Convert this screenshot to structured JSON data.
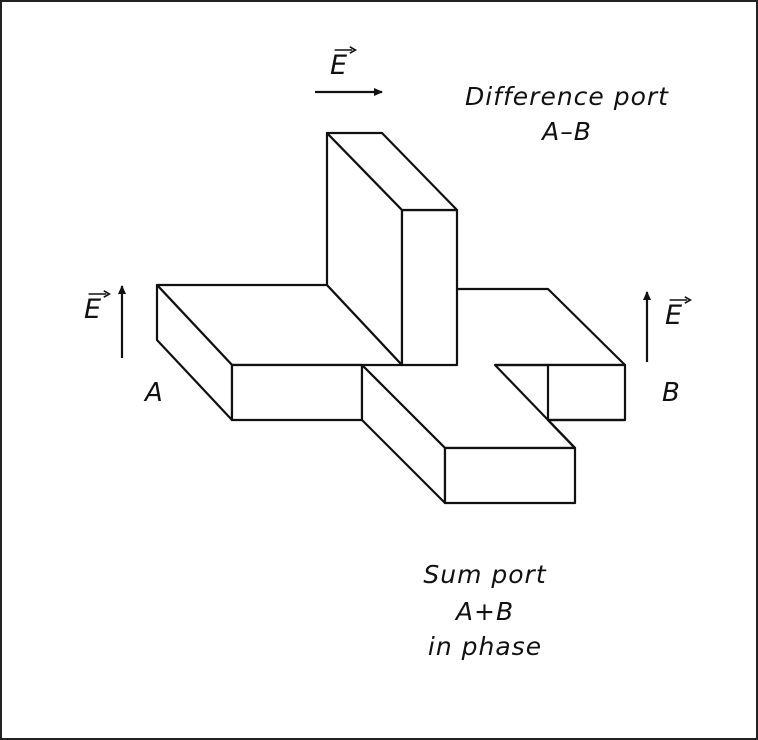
{
  "ports": {
    "difference": {
      "name": "Difference port",
      "expr": "A–B"
    },
    "sum": {
      "name": "Sum port",
      "expr": "A+B",
      "note": "in phase"
    },
    "a": "A",
    "b": "B"
  },
  "field": {
    "symbol": "E"
  },
  "style": {
    "line": "#111111",
    "fill": "#ffffff"
  }
}
